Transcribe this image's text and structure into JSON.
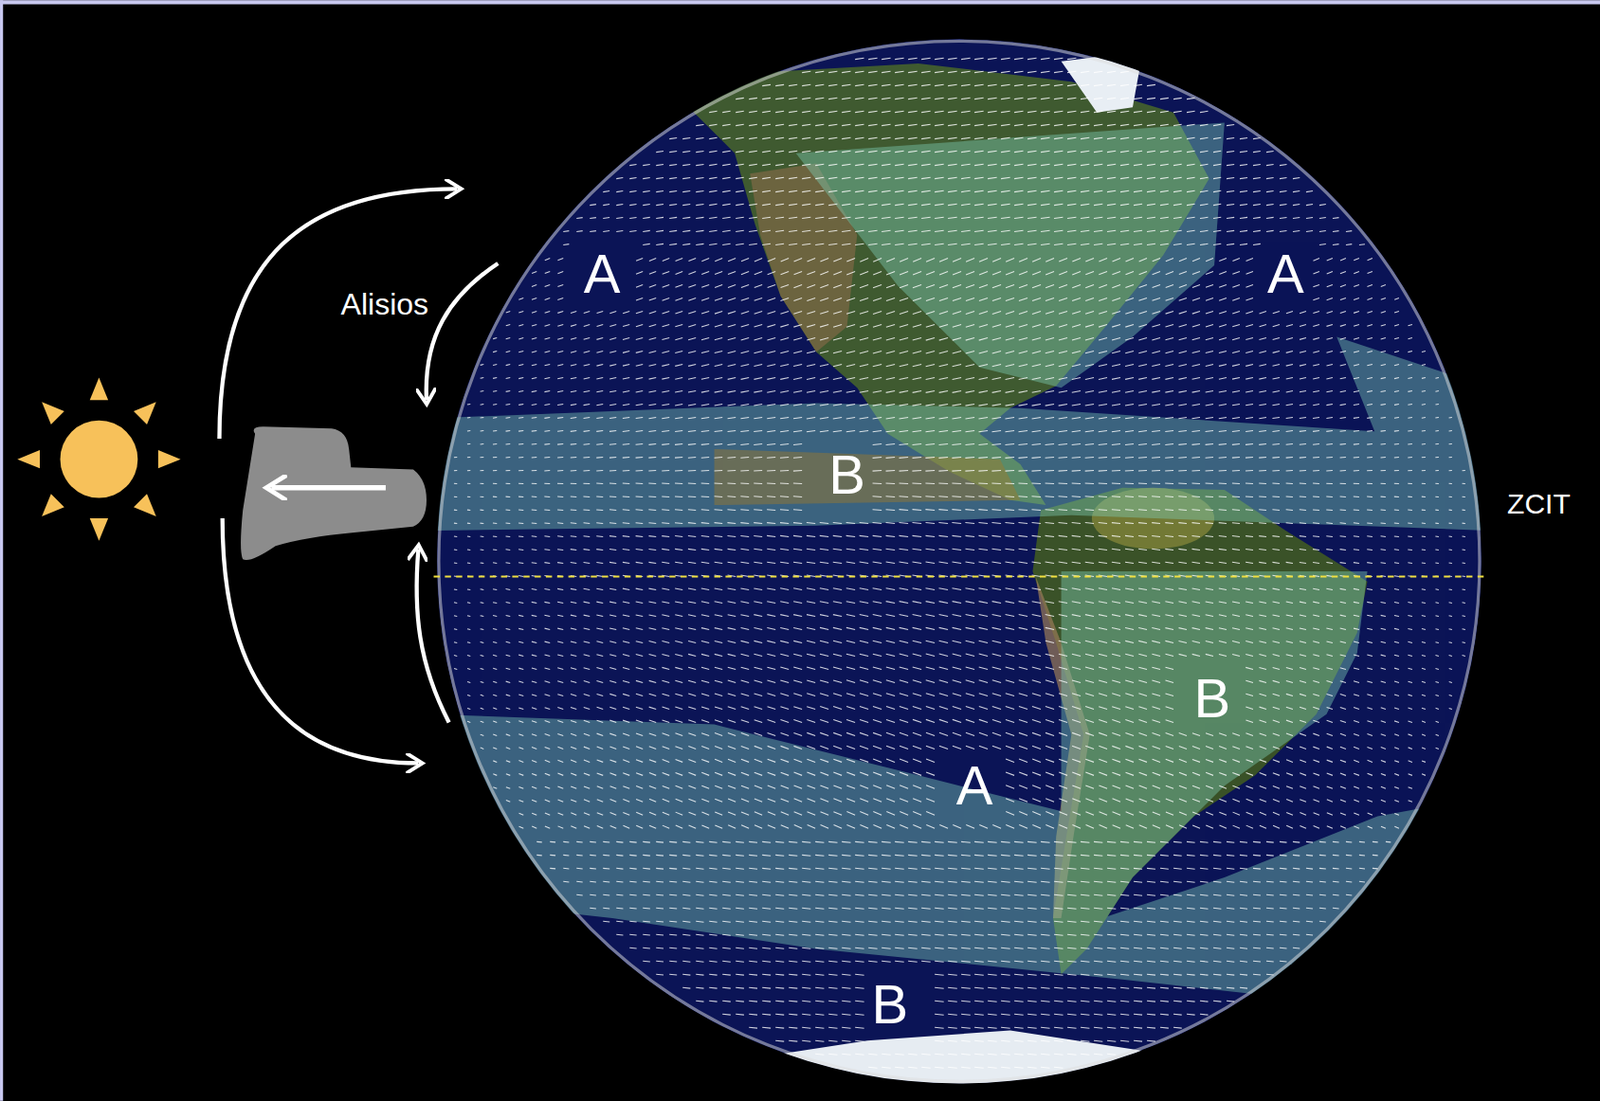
{
  "diagram": {
    "labels": [
      "Alisios",
      "A",
      "A",
      "B",
      "B",
      "A",
      "B",
      "ZCIT"
    ]
  }
}
